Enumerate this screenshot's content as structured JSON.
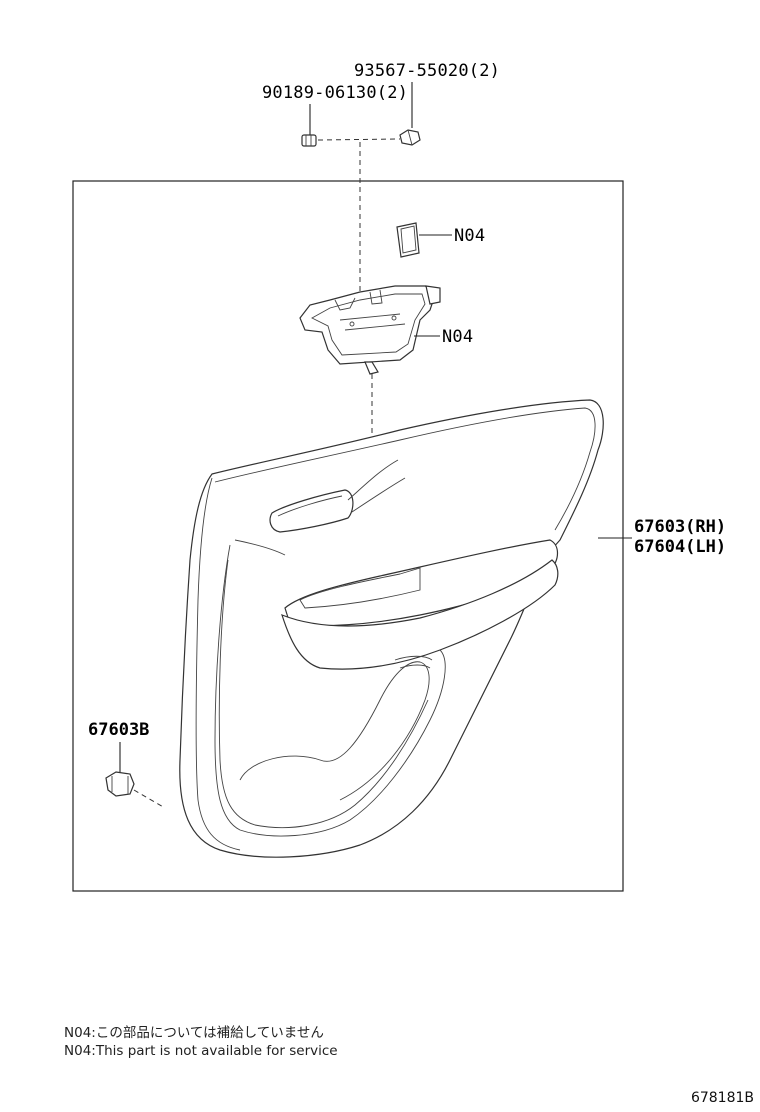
{
  "callouts": {
    "clip_part": "93567-55020(2)",
    "screw_part": "90189-06130(2)",
    "cover_note_code": "N04",
    "switch_base_note_code": "N04",
    "board_rh": "67603(RH)",
    "board_lh": "67604(LH)",
    "clip_b": "67603B"
  },
  "notes": {
    "jp": "N04:この部品については補給していません",
    "en": "N04:This part is not available for service"
  },
  "drawing_id": "678181B"
}
